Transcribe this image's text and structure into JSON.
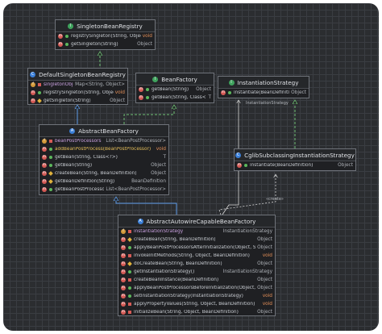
{
  "classes": {
    "singleton_bean_registry": {
      "name": "SingletonBeanRegistry",
      "members": [
        {
          "name": "registrySingleton(String, Object)",
          "type": "void",
          "badge": "m",
          "vis": "pub"
        },
        {
          "name": "getSingleton(String)",
          "type": "Object",
          "badge": "m",
          "vis": "pub"
        }
      ]
    },
    "default_singleton_bean_registry": {
      "name": "DefaultSingletonBeanRegistry",
      "members": [
        {
          "name": "singletonObjects",
          "type": "Map<String, Object>",
          "badge": "f",
          "vis": "pri"
        },
        {
          "name": "registrySingleton(String, Object)",
          "type": "void",
          "badge": "m",
          "vis": "pub"
        },
        {
          "name": "getSingleton(String)",
          "type": "Object",
          "badge": "m",
          "vis": "pro"
        }
      ]
    },
    "bean_factory": {
      "name": "BeanFactory",
      "members": [
        {
          "name": "getBean(String)",
          "type": "Object",
          "badge": "m",
          "vis": "pub"
        },
        {
          "name": "getBean(String, Class<?>)",
          "type": "T",
          "badge": "m",
          "vis": "pub"
        }
      ]
    },
    "instantiation_strategy": {
      "name": "InstantiationStrategy",
      "members": [
        {
          "name": "instantiate(BeanDefinition)",
          "type": "Object",
          "badge": "m",
          "vis": "pub"
        }
      ]
    },
    "abstract_bean_factory": {
      "name": "AbstractBeanFactory",
      "members": [
        {
          "name": "beanPostProcessors",
          "type": "List<BeanPostProcessor>",
          "badge": "f",
          "vis": "pri"
        },
        {
          "name": "addBeanPostProcess(BeanPostProcessor)",
          "type": "void",
          "badge": "m",
          "vis": "pub"
        },
        {
          "name": "getBean(String, Class<?>)",
          "type": "T",
          "badge": "m",
          "vis": "pub"
        },
        {
          "name": "getBean(String)",
          "type": "Object",
          "badge": "m",
          "vis": "pub"
        },
        {
          "name": "createBean(String, BeanDefinition)",
          "type": "Object",
          "badge": "m",
          "vis": "pro"
        },
        {
          "name": "getBeanDefinition(String)",
          "type": "BeanDefinition",
          "badge": "m",
          "vis": "pro"
        },
        {
          "name": "getBeanPostProcessors()",
          "type": "List<BeanPostProcessor>",
          "badge": "m",
          "vis": "pub"
        }
      ]
    },
    "cglib_strategy": {
      "name": "CglibSubclassingInstantiationStrategy",
      "members": [
        {
          "name": "instantiate(BeanDefinition)",
          "type": "Object",
          "badge": "m",
          "vis": "pub"
        }
      ]
    },
    "abstract_autowire": {
      "name": "AbstractAutowireCapableBeanFactory",
      "members": [
        {
          "name": "instantiationStrategy",
          "type": "InstantiationStrategy",
          "badge": "f",
          "vis": "pri"
        },
        {
          "name": "createBean(String, BeanDefinition)",
          "type": "Object",
          "badge": "m",
          "vis": "pro"
        },
        {
          "name": "applyBeanPostProcessorsAfterInitialization(Object, String)",
          "type": "Object",
          "badge": "m",
          "vis": "pub"
        },
        {
          "name": "invokeInitMethods(String, Object, BeanDefinition)",
          "type": "void",
          "badge": "m",
          "vis": "pri"
        },
        {
          "name": "doCreateBean(String, BeanDefinition)",
          "type": "Object",
          "badge": "m",
          "vis": "pro"
        },
        {
          "name": "getInstantiationStrategy()",
          "type": "InstantiationStrategy",
          "badge": "m",
          "vis": "pub"
        },
        {
          "name": "createBeanInstance(BeanDefinition)",
          "type": "Object",
          "badge": "m",
          "vis": "pri"
        },
        {
          "name": "applyBeanPostProcessorsBeforeInitialization(Object, String)",
          "type": "Object",
          "badge": "m",
          "vis": "pub"
        },
        {
          "name": "setInstantiationStrategy(InstantiationStrategy)",
          "type": "void",
          "badge": "m",
          "vis": "pub"
        },
        {
          "name": "applyPropertyValues(String, Object, BeanDefinition)",
          "type": "void",
          "badge": "m",
          "vis": "pri"
        },
        {
          "name": "initializeBean(String, Object, BeanDefinition)",
          "type": "Object",
          "badge": "m",
          "vis": "pri"
        }
      ]
    }
  },
  "edge_labels": {
    "instantiation_strategy_note": "InstantiationStrategy",
    "create": "«create»"
  }
}
